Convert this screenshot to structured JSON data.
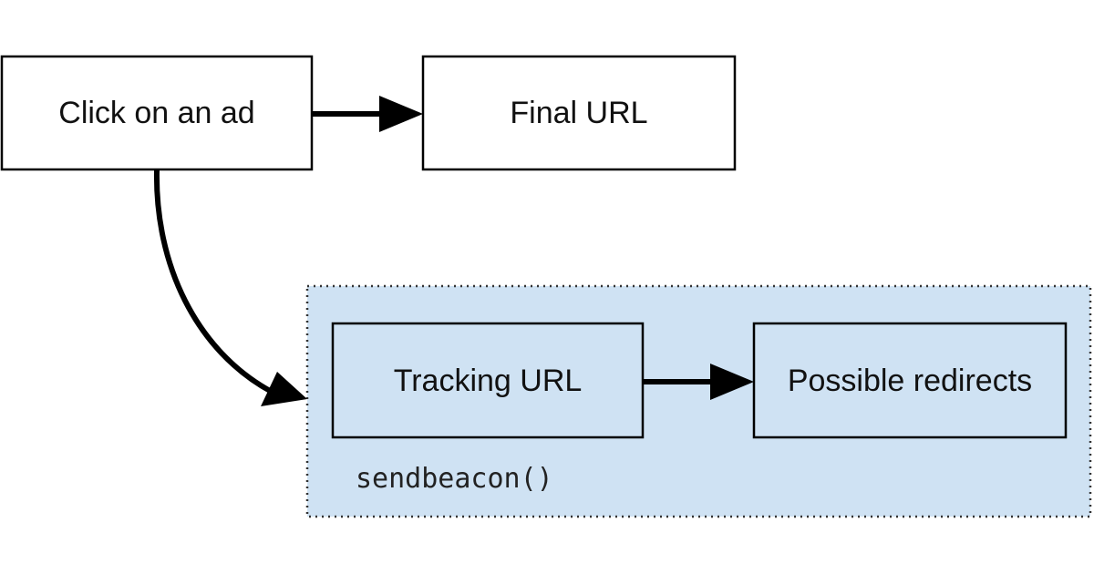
{
  "nodes": {
    "click": {
      "label": "Click on an ad"
    },
    "final_url": {
      "label": "Final URL"
    },
    "tracking_url": {
      "label": "Tracking URL"
    },
    "redirects": {
      "label": "Possible redirects"
    }
  },
  "group": {
    "label": "sendbeacon()",
    "fill": "#cfe2f3",
    "border": "#333333"
  },
  "colors": {
    "box_stroke": "#000000",
    "box_fill": "#ffffff",
    "arrow": "#000000"
  },
  "edges": [
    {
      "from": "Click on an ad",
      "to": "Final URL"
    },
    {
      "from": "Click on an ad",
      "to": "sendbeacon()"
    },
    {
      "from": "Tracking URL",
      "to": "Possible redirects"
    }
  ]
}
